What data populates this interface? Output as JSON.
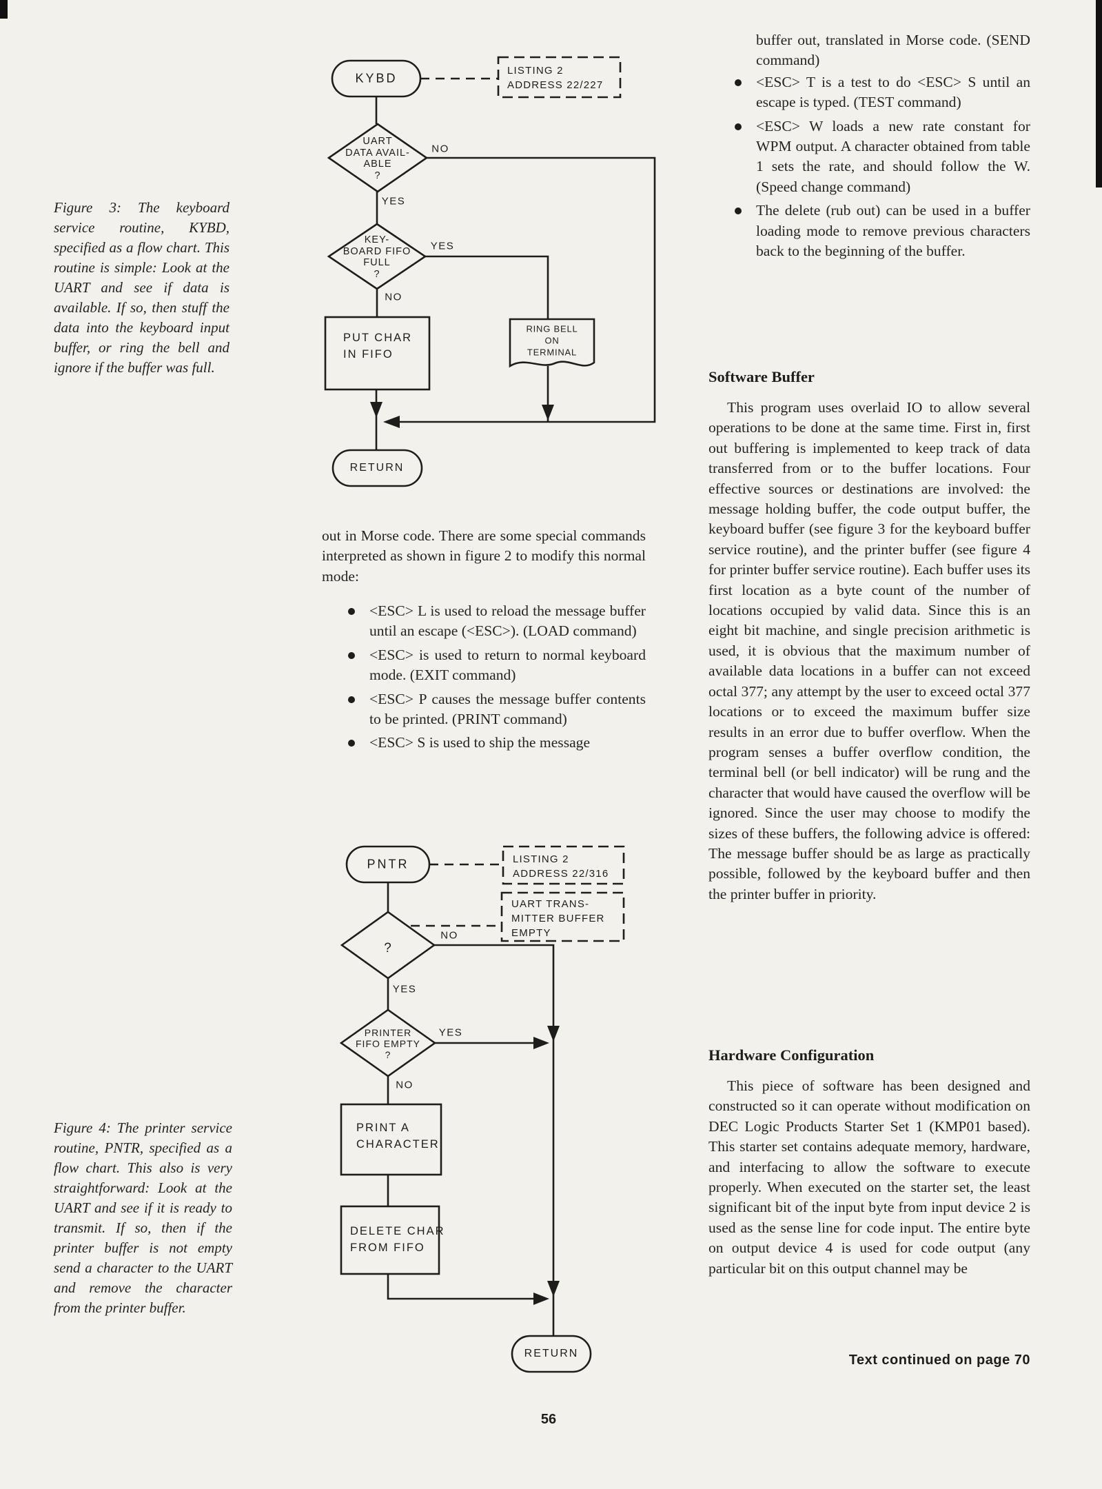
{
  "page": {
    "background_color": "#f3f1ec",
    "ink_color": "#1d1d1b",
    "number": "56",
    "continued_note": "Text continued on page 70"
  },
  "figure3": {
    "caption": "Figure 3: The keyboard service routine, KYBD, specified as a flow chart. This routine is simple: Look at the UART and see if data is available. If so, then stuff the data into the keyboard input buffer, or ring the bell and ignore if the buffer was full.",
    "nodes": {
      "start": "KYBD",
      "listing_ref": "LISTING 2\nADDRESS 22/227",
      "decision_uart": "UART\nDATA AVAIL-\nABLE\n?",
      "uart_no": "NO",
      "uart_yes": "YES",
      "decision_fifo": "KEY-\nBOARD FIFO\nFULL\n?",
      "fifo_yes": "YES",
      "fifo_no": "NO",
      "process_put": "PUT CHAR\nIN FIFO",
      "display_bell": "RING BELL\nON\nTERMINAL",
      "end": "RETURN"
    }
  },
  "middle_column": {
    "intro": "out in Morse code. There are some special commands interpreted as shown in figure 2 to modify this normal mode:",
    "bullets": [
      "<ESC> L is used to reload the message buffer until an escape (<ESC>). (LOAD command)",
      "<ESC> is used to return to normal keyboard mode. (EXIT command)",
      "<ESC> P causes the message buffer contents to be printed. (PRINT command)",
      "<ESC> S is used to ship the message"
    ]
  },
  "figure4": {
    "caption": "Figure 4: The printer service routine, PNTR, specified as a flow chart. This also is very straightforward: Look at the UART and see if it is ready to transmit. If so, then if the printer buffer is not empty send a character to the UART and remove the character from the printer buffer.",
    "nodes": {
      "start": "PNTR",
      "listing_ref": "LISTING 2\nADDRESS 22/316",
      "uart_note": "UART TRANS-\nMITTER BUFFER\nEMPTY",
      "decision_uart": "?",
      "uart_no": "NO",
      "uart_yes": "YES",
      "decision_fifo": "PRINTER\nFIFO EMPTY\n?",
      "fifo_yes": "YES",
      "fifo_no": "NO",
      "process_print": "PRINT A\nCHARACTER",
      "process_delete": "DELETE CHAR\nFROM FIFO",
      "end": "RETURN"
    }
  },
  "right_column": {
    "bullet_continuation": "buffer out, translated in Morse code. (SEND command)",
    "bullets": [
      "<ESC> T is a test to do <ESC> S until an escape is typed. (TEST command)",
      "<ESC> W loads a new rate constant for WPM output. A character obtained from table 1 sets the rate, and should follow the W. (Speed change command)",
      "The delete (rub out) can be used in a buffer loading mode to remove previous characters back to the beginning of the buffer."
    ],
    "software_buffer_heading": "Software Buffer",
    "software_buffer_text": "This program uses overlaid IO to allow several operations to be done at the same time. First in, first out buffering is implemented to keep track of data transferred from or to the buffer locations. Four effective sources or destinations are involved: the message holding buffer, the code output buffer, the keyboard buffer (see figure 3 for the keyboard buffer service routine), and the printer buffer (see figure 4 for printer buffer service routine). Each buffer uses its first location as a byte count of the number of locations occupied by valid data. Since this is an eight bit machine, and single precision arithmetic is used, it is obvious that the maximum number of available data locations in a buffer can not exceed octal 377; any attempt by the user to exceed octal 377 locations or to exceed the maximum buffer size results in an error due to buffer overflow. When the program senses a buffer overflow condition, the terminal bell (or bell indicator) will be rung and the character that would have caused the overflow will be ignored. Since the user may choose to modify the sizes of these buffers, the following advice is offered: The message buffer should be as large as practically possible, followed by the keyboard buffer and then the printer buffer in priority.",
    "hardware_heading": "Hardware Configuration",
    "hardware_text": "This piece of software has been designed and constructed so it can operate without modification on DEC Logic Products Starter Set 1 (KMP01 based). This starter set contains adequate memory, hardware, and interfacing to allow the software to execute properly. When executed on the starter set, the least significant bit of the input byte from input device 2 is used as the sense line for code input. The entire byte on output device 4 is used for code output (any particular bit on this output channel may be"
  }
}
